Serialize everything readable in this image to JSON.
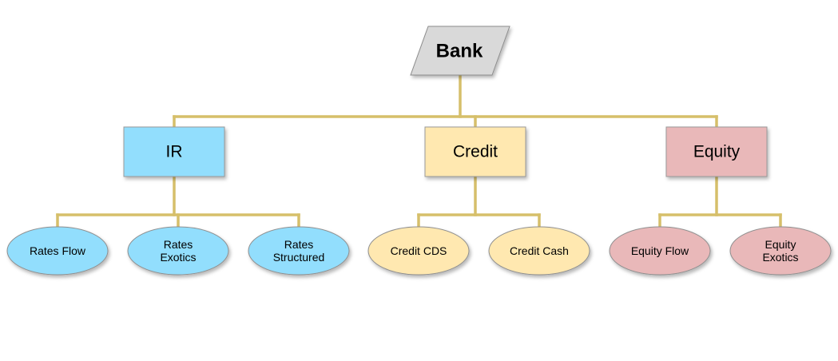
{
  "diagram": {
    "root": {
      "label": "Bank",
      "fill": "#d9d9d9"
    },
    "connector_color": "#d6bf6a",
    "divisions": [
      {
        "key": "ir",
        "label": "IR",
        "fill": "#92defd",
        "children": [
          {
            "key": "rates-flow",
            "lines": [
              "Rates Flow"
            ]
          },
          {
            "key": "rates-exotics",
            "lines": [
              "Rates",
              "Exotics"
            ]
          },
          {
            "key": "rates-structured",
            "lines": [
              "Rates",
              "Structured"
            ]
          }
        ]
      },
      {
        "key": "credit",
        "label": "Credit",
        "fill": "#ffe8b0",
        "children": [
          {
            "key": "credit-cds",
            "lines": [
              "Credit CDS"
            ]
          },
          {
            "key": "credit-cash",
            "lines": [
              "Credit Cash"
            ]
          }
        ]
      },
      {
        "key": "equity",
        "label": "Equity",
        "fill": "#e9b8b9",
        "children": [
          {
            "key": "equity-flow",
            "lines": [
              "Equity Flow"
            ]
          },
          {
            "key": "equity-exotics",
            "lines": [
              "Equity",
              "Exotics"
            ]
          }
        ]
      }
    ]
  }
}
